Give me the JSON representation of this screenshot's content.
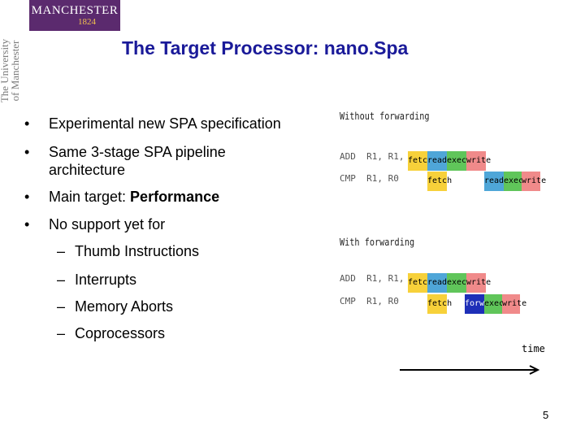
{
  "logo": {
    "word": "MANCHESTER",
    "year": "1824",
    "university_line1": "The University",
    "university_line2": "of Manchester"
  },
  "title": "The Target Processor: nano.Spa",
  "bullets": [
    {
      "marker": "•",
      "text": "Experimental new SPA specification"
    },
    {
      "marker": "•",
      "text": "Same 3-stage SPA pipeline architecture"
    },
    {
      "marker": "•",
      "text_plain": "Main target: ",
      "text_bold": "Performance"
    },
    {
      "marker": "•",
      "text": "No support yet for"
    }
  ],
  "sub_bullets": [
    {
      "marker": "–",
      "text": "Thumb Instructions"
    },
    {
      "marker": "–",
      "text": "Interrupts"
    },
    {
      "marker": "–",
      "text": "Memory Aborts"
    },
    {
      "marker": "–",
      "text": "Coprocessors"
    }
  ],
  "diagram": {
    "without": {
      "heading": "Without forwarding",
      "instr1": "ADD  R1, R1, R2",
      "instr2": "CMP  R1, R0",
      "row1": [
        "fetch",
        "read",
        "exec",
        "write"
      ],
      "row2": [
        "fetch",
        "read",
        "exec",
        "write"
      ]
    },
    "with": {
      "heading": "With forwarding",
      "instr1": "ADD  R1, R1, R2",
      "instr2": "CMP  R1, R0",
      "row1": [
        "fetch",
        "read",
        "exec",
        "write"
      ],
      "row2": [
        "fetch",
        "forw",
        "exec",
        "write"
      ]
    },
    "time_label": "time",
    "colors": {
      "fetch": "#f7d13a",
      "read": "#4fa6d8",
      "exec": "#60c55a",
      "write": "#f08a8a",
      "forw": "#1e2fb8"
    }
  },
  "page_number": "5"
}
